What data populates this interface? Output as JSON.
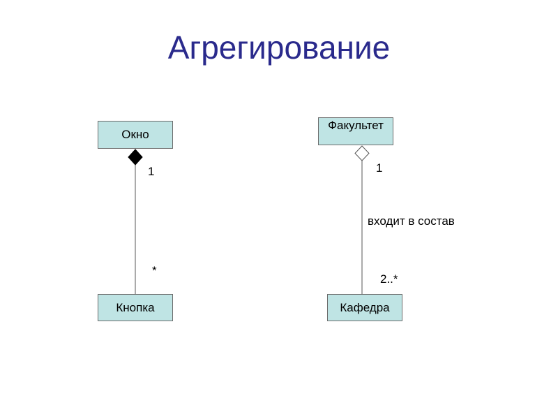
{
  "slide": {
    "title": "Агрегирование"
  },
  "diagram": {
    "left": {
      "whole": "Окно",
      "part": "Кнопка",
      "whole_multiplicity": "1",
      "part_multiplicity": "*",
      "kind": "composition (filled diamond)"
    },
    "right": {
      "whole": "Факультет",
      "part": "Кафедра",
      "whole_multiplicity": "1",
      "part_multiplicity": "2..*",
      "association_label": "входит в состав",
      "kind": "aggregation (hollow diamond)"
    },
    "colors": {
      "title": "#2a2a8c",
      "box_fill": "#bfe4e4",
      "box_border": "#6b6b6b",
      "line": "#555555"
    }
  }
}
